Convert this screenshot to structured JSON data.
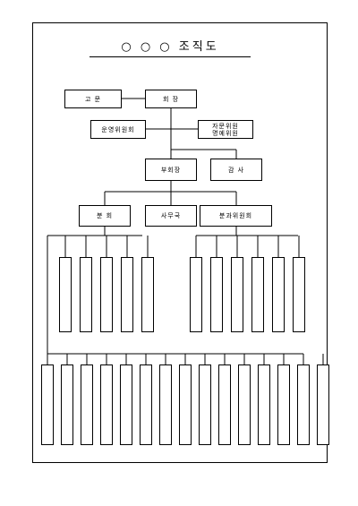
{
  "document": {
    "title": "○ ○ ○  조직도"
  },
  "org": {
    "advisor": "고  문",
    "chairman": "회  장",
    "operating_committee": "운영위원회",
    "honorary": "자문위원\n명예위원",
    "vice_chairman": "부회장",
    "auditor": "감  사",
    "branch": "분  회",
    "secretariat": "사무국",
    "subcommittee": "분과위원회"
  },
  "counts": {
    "branch_units": 5,
    "subcommittee_units": 6,
    "bottom_units": 15
  }
}
